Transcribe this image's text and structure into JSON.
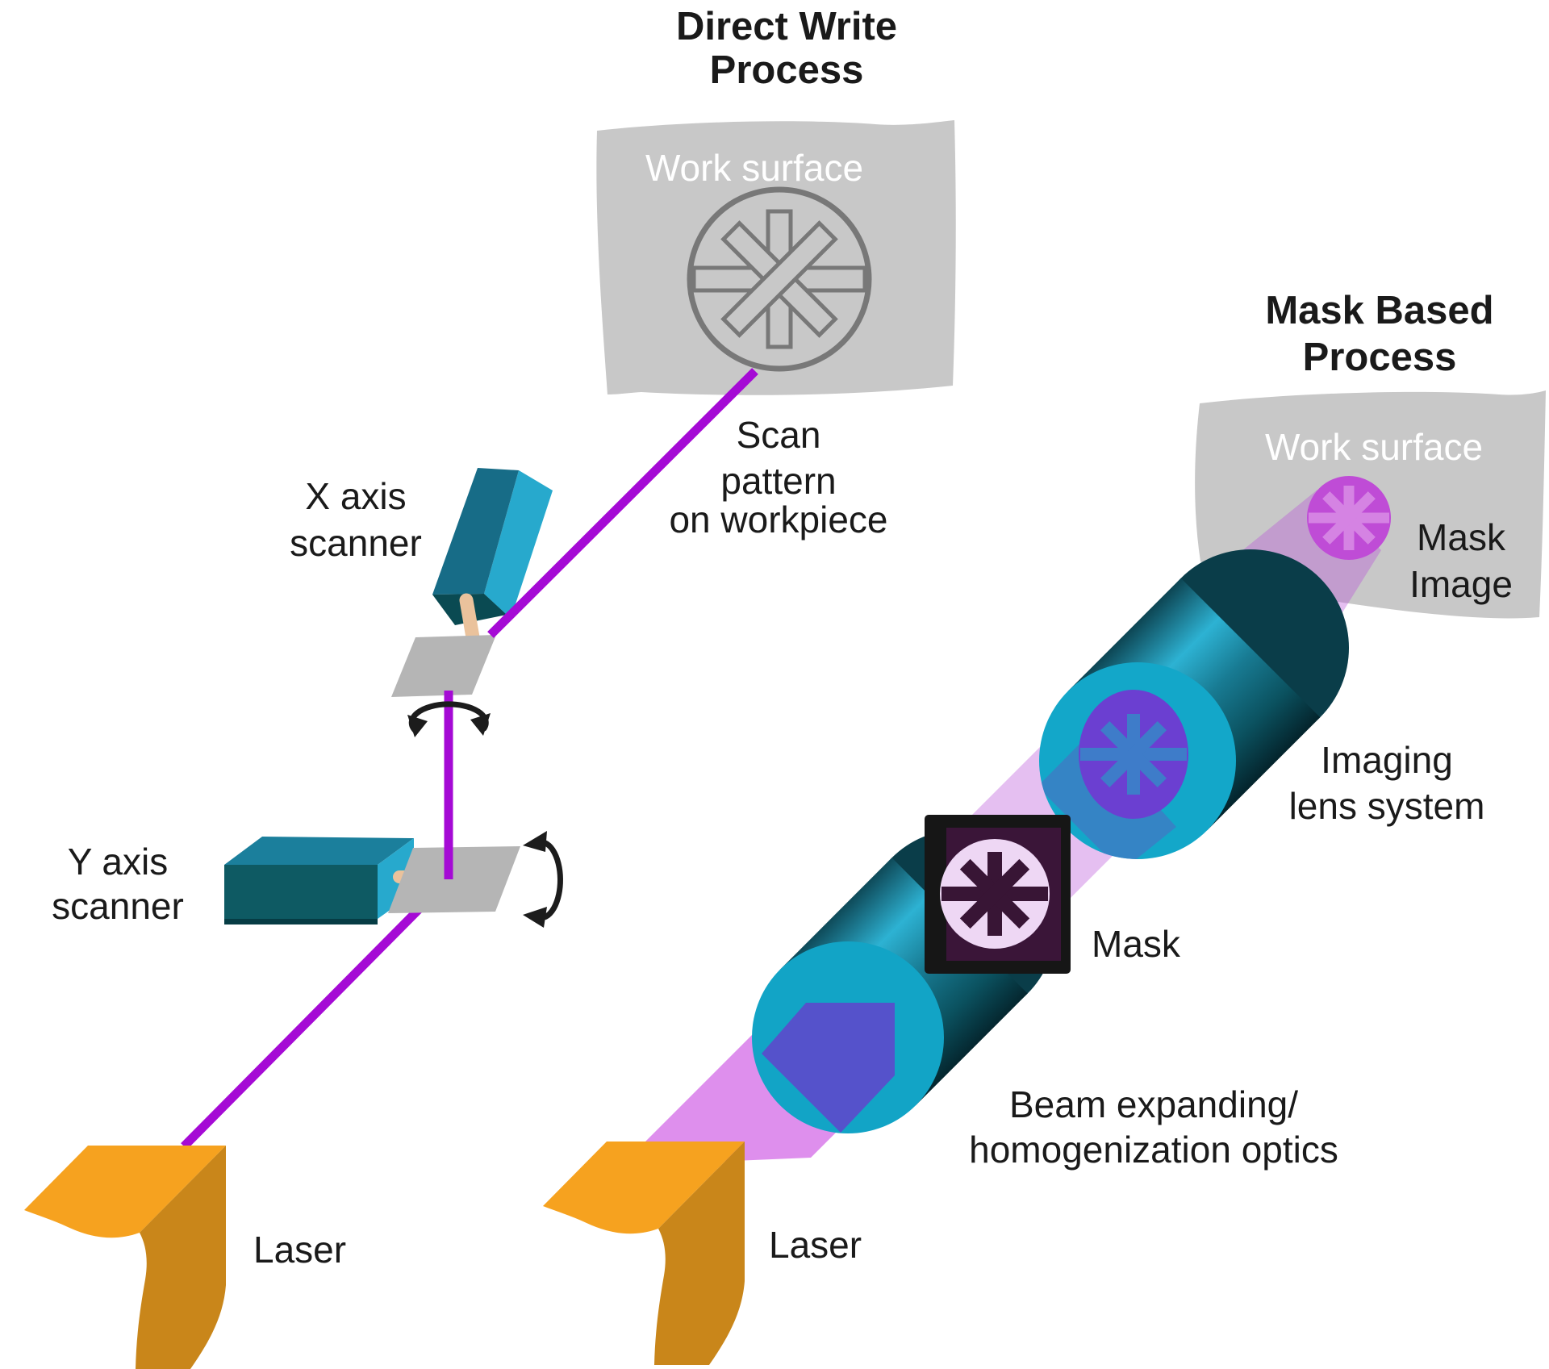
{
  "direct_write": {
    "title_line1": "Direct Write",
    "title_line2": "Process",
    "work_surface_label": "Work surface",
    "scan_line1": "Scan",
    "scan_line2": "pattern",
    "scan_line3": "on workpiece",
    "x_scanner_line1": "X axis",
    "x_scanner_line2": "scanner",
    "y_scanner_line1": "Y axis",
    "y_scanner_line2": "scanner",
    "laser_label": "Laser"
  },
  "mask_based": {
    "title_line1": "Mask Based",
    "title_line2": "Process",
    "work_surface_label": "Work surface",
    "mask_image_line1": "Mask",
    "mask_image_line2": "Image",
    "imaging_line1": "Imaging",
    "imaging_line2": "lens system",
    "mask_label": "Mask",
    "beam_line1": "Beam expanding/",
    "beam_line2": "homogenization optics",
    "laser_label": "Laser"
  },
  "colors": {
    "beam_purple": "#a50ad5",
    "beam_band_light": "#e7c5f3",
    "beam_band_strong": "#de8fed",
    "work_surface_gray": "#c8c8c8",
    "surface_outline_gray": "#787878",
    "scanner_teal_dark": "#176c87",
    "scanner_teal_top": "#1b7f9c",
    "scanner_cyan": "#27a9cd",
    "scanner_cap_dark": "#0a4a52",
    "mirror_gray": "#b5b5b5",
    "shaft_tan": "#eac29c",
    "laser_orange_top": "#f6a21f",
    "laser_orange_front": "#c9861a",
    "mask_image_magenta": "#bf4cd6",
    "mask_image_asterisk": "#d583e3",
    "mask_frame_black": "#161616",
    "mask_inner_plum": "#3a1538",
    "mask_circle_pink": "#eed7f4",
    "lens_face_cyan": "#13a7c9",
    "lens_ellipse_violet": "#6b3fd1",
    "lens_asterisk_blue": "#3e7cc9",
    "beam_square_blue": "#5552cb",
    "text_black": "#1a1a1a"
  }
}
